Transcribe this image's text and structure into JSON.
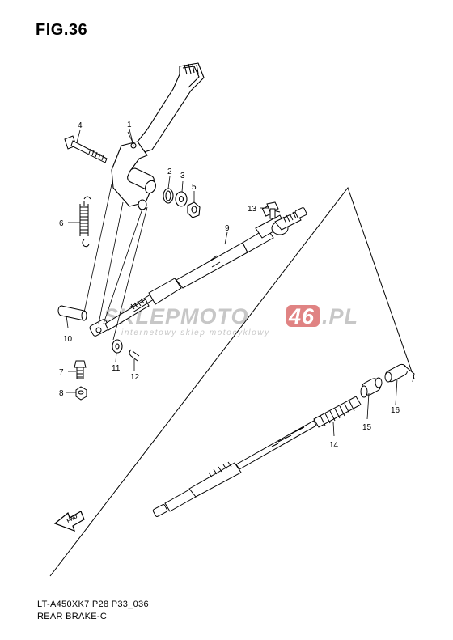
{
  "figure": {
    "title": "FIG.36",
    "model_code": "LT-A450XK7 P28 P33_036",
    "section": "REAR BRAKE-C"
  },
  "watermark": {
    "brand_part1": "SKLEPMOTO",
    "brand_part2": "46",
    "brand_part3": ".PL",
    "tagline": "internetowy sklep motocyklowy",
    "accent_color": "#c81e1e",
    "text_color": "#8e8e8e"
  },
  "fwd_label": "FWD",
  "callouts": [
    {
      "num": "1",
      "part": "brake-pedal"
    },
    {
      "num": "2",
      "part": "o-ring"
    },
    {
      "num": "3",
      "part": "washer"
    },
    {
      "num": "4",
      "part": "pivot-bolt"
    },
    {
      "num": "5",
      "part": "nut"
    },
    {
      "num": "6",
      "part": "return-spring"
    },
    {
      "num": "7",
      "part": "bolt"
    },
    {
      "num": "8",
      "part": "nut"
    },
    {
      "num": "9",
      "part": "rear-brake-cable"
    },
    {
      "num": "10",
      "part": "pin"
    },
    {
      "num": "11",
      "part": "washer"
    },
    {
      "num": "12",
      "part": "cotter-pin"
    },
    {
      "num": "13",
      "part": "bolt"
    },
    {
      "num": "14",
      "part": "cable"
    },
    {
      "num": "15",
      "part": "joint"
    },
    {
      "num": "16",
      "part": "stopper"
    }
  ]
}
